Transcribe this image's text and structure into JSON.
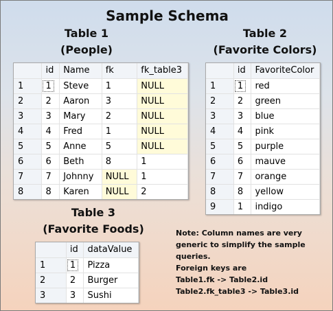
{
  "title": "Sample Schema",
  "table1": {
    "caption1": "Table 1",
    "caption2": "(People)",
    "columns": [
      "",
      "id",
      "Name",
      "fk",
      "fk_table3"
    ],
    "rows": [
      [
        "1",
        "1",
        "Steve",
        "1",
        "NULL"
      ],
      [
        "2",
        "2",
        "Aaron",
        "3",
        "NULL"
      ],
      [
        "3",
        "3",
        "Mary",
        "2",
        "NULL"
      ],
      [
        "4",
        "4",
        "Fred",
        "1",
        "NULL"
      ],
      [
        "5",
        "5",
        "Anne",
        "5",
        "NULL"
      ],
      [
        "6",
        "6",
        "Beth",
        "8",
        "1"
      ],
      [
        "7",
        "7",
        "Johnny",
        "NULL",
        "1"
      ],
      [
        "8",
        "8",
        "Karen",
        "NULL",
        "2"
      ]
    ]
  },
  "table2": {
    "caption1": "Table 2",
    "caption2": "(Favorite Colors)",
    "columns": [
      "",
      "id",
      "FavoriteColor"
    ],
    "rows": [
      [
        "1",
        "1",
        "red"
      ],
      [
        "2",
        "2",
        "green"
      ],
      [
        "3",
        "3",
        "blue"
      ],
      [
        "4",
        "4",
        "pink"
      ],
      [
        "5",
        "5",
        "purple"
      ],
      [
        "6",
        "6",
        "mauve"
      ],
      [
        "7",
        "7",
        "orange"
      ],
      [
        "8",
        "8",
        "yellow"
      ],
      [
        "9",
        "1",
        "indigo"
      ]
    ]
  },
  "table3": {
    "caption1": "Table 3",
    "caption2": "(Favorite Foods)",
    "columns": [
      "",
      "id",
      "dataValue"
    ],
    "rows": [
      [
        "1",
        "1",
        "Pizza"
      ],
      [
        "2",
        "2",
        "Burger"
      ],
      [
        "3",
        "3",
        "Sushi"
      ]
    ]
  },
  "note": {
    "line1": "Note: Column names are very",
    "line2": "generic to simplify the sample",
    "line3": "queries.",
    "line4": "Foreign keys are",
    "line5": "Table1.fk -> Table2.id",
    "line6": "Table2.fk_table3 -> Table3.id"
  },
  "colors": {
    "null_cell": "#fffbd9",
    "header": "#f1f4f8"
  }
}
